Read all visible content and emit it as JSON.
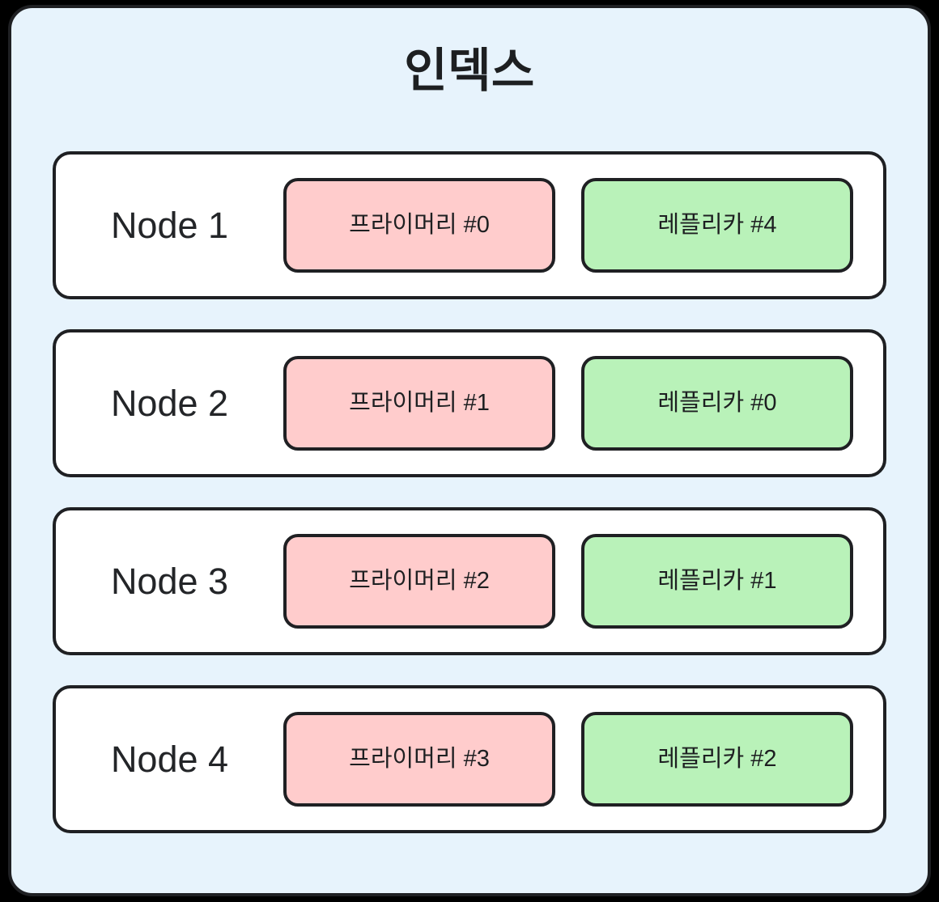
{
  "diagram": {
    "title": "인덱스",
    "background_color": "#e7f3fc",
    "border_color": "#1f2023",
    "page_background": "#000000",
    "primary_color": "#ffcccc",
    "replica_color": "#b9f2b9",
    "node_card_color": "#ffffff",
    "text_color": "#1d1f21"
  },
  "nodes": [
    {
      "label": "Node 1",
      "primary": "프라이머리 #0",
      "replica": "레플리카 #4"
    },
    {
      "label": "Node 2",
      "primary": "프라이머리 #1",
      "replica": "레플리카 #0"
    },
    {
      "label": "Node 3",
      "primary": "프라이머리 #2",
      "replica": "레플리카 #1"
    },
    {
      "label": "Node 4",
      "primary": "프라이머리 #3",
      "replica": "레플리카 #2"
    }
  ]
}
